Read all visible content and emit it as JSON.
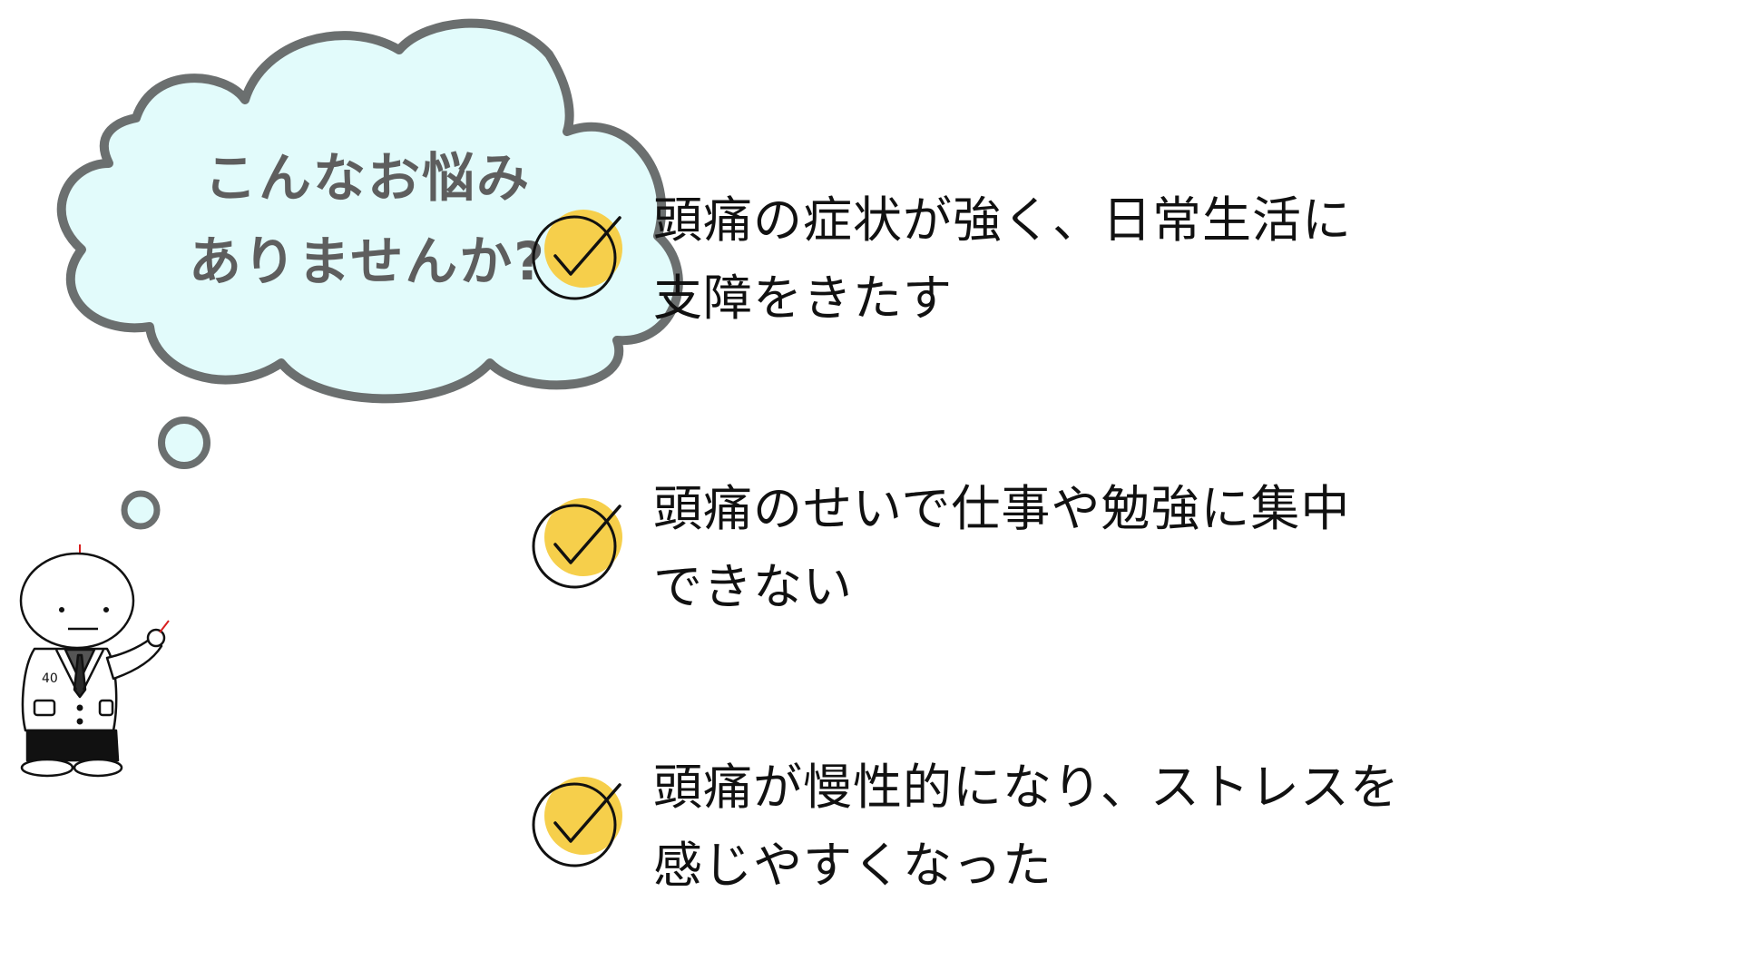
{
  "bubble": {
    "line1": "こんなお悩み",
    "line2": "ありませんか?"
  },
  "checklist": [
    {
      "line1": "頭痛の症状が強く、日常生活に",
      "line2": "支障をきたす"
    },
    {
      "line1": "頭痛のせいで仕事や勉強に集中",
      "line2": "できない"
    },
    {
      "line1": "頭痛が慢性的になり、ストレスを",
      "line2": "感じやすくなった"
    }
  ],
  "colors": {
    "cloud_fill": "#e2fbfb",
    "cloud_stroke": "#6b6f6f",
    "check_accent": "#f6cf4b",
    "text": "#111111",
    "bubble_text": "#5e5e5e"
  },
  "icons": {
    "check": "check-circle-icon",
    "character": "doctor-character-icon"
  }
}
